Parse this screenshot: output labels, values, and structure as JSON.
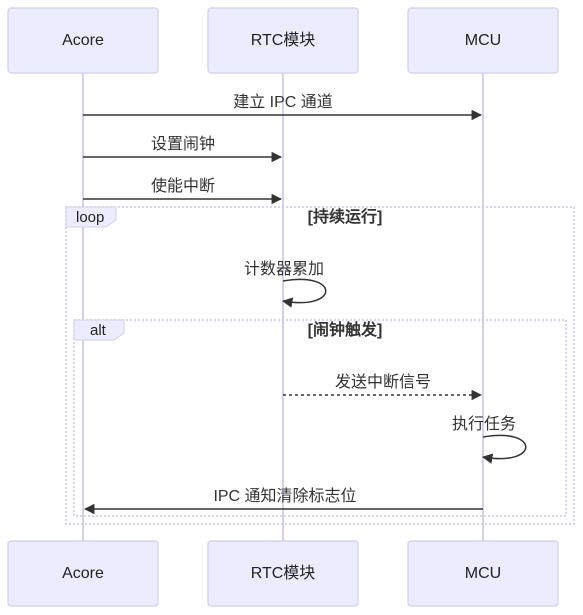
{
  "participants": [
    {
      "id": "acore",
      "label": "Acore"
    },
    {
      "id": "rtc",
      "label": "RTC模块"
    },
    {
      "id": "mcu",
      "label": "MCU"
    }
  ],
  "messages": [
    {
      "from": "acore",
      "to": "mcu",
      "label": "建立 IPC 通道",
      "style": "solid"
    },
    {
      "from": "acore",
      "to": "rtc",
      "label": "设置闹钟",
      "style": "solid"
    },
    {
      "from": "acore",
      "to": "rtc",
      "label": "使能中断",
      "style": "solid"
    },
    {
      "from": "rtc",
      "to": "rtc",
      "label": "计数器累加",
      "style": "solid"
    },
    {
      "from": "rtc",
      "to": "mcu",
      "label": "发送中断信号",
      "style": "dashed"
    },
    {
      "from": "mcu",
      "to": "mcu",
      "label": "执行任务",
      "style": "solid"
    },
    {
      "from": "mcu",
      "to": "acore",
      "label": "IPC 通知清除标志位",
      "style": "solid"
    }
  ],
  "fragments": [
    {
      "kind": "loop",
      "condition": "[持续运行]"
    },
    {
      "kind": "alt",
      "condition": "[闹钟触发]"
    }
  ],
  "colors": {
    "actor_fill": "#ececff",
    "actor_stroke": "#cfcfef",
    "lifeline": "#d5d0ee",
    "line": "#333333",
    "frame": "#c8c6e8"
  }
}
